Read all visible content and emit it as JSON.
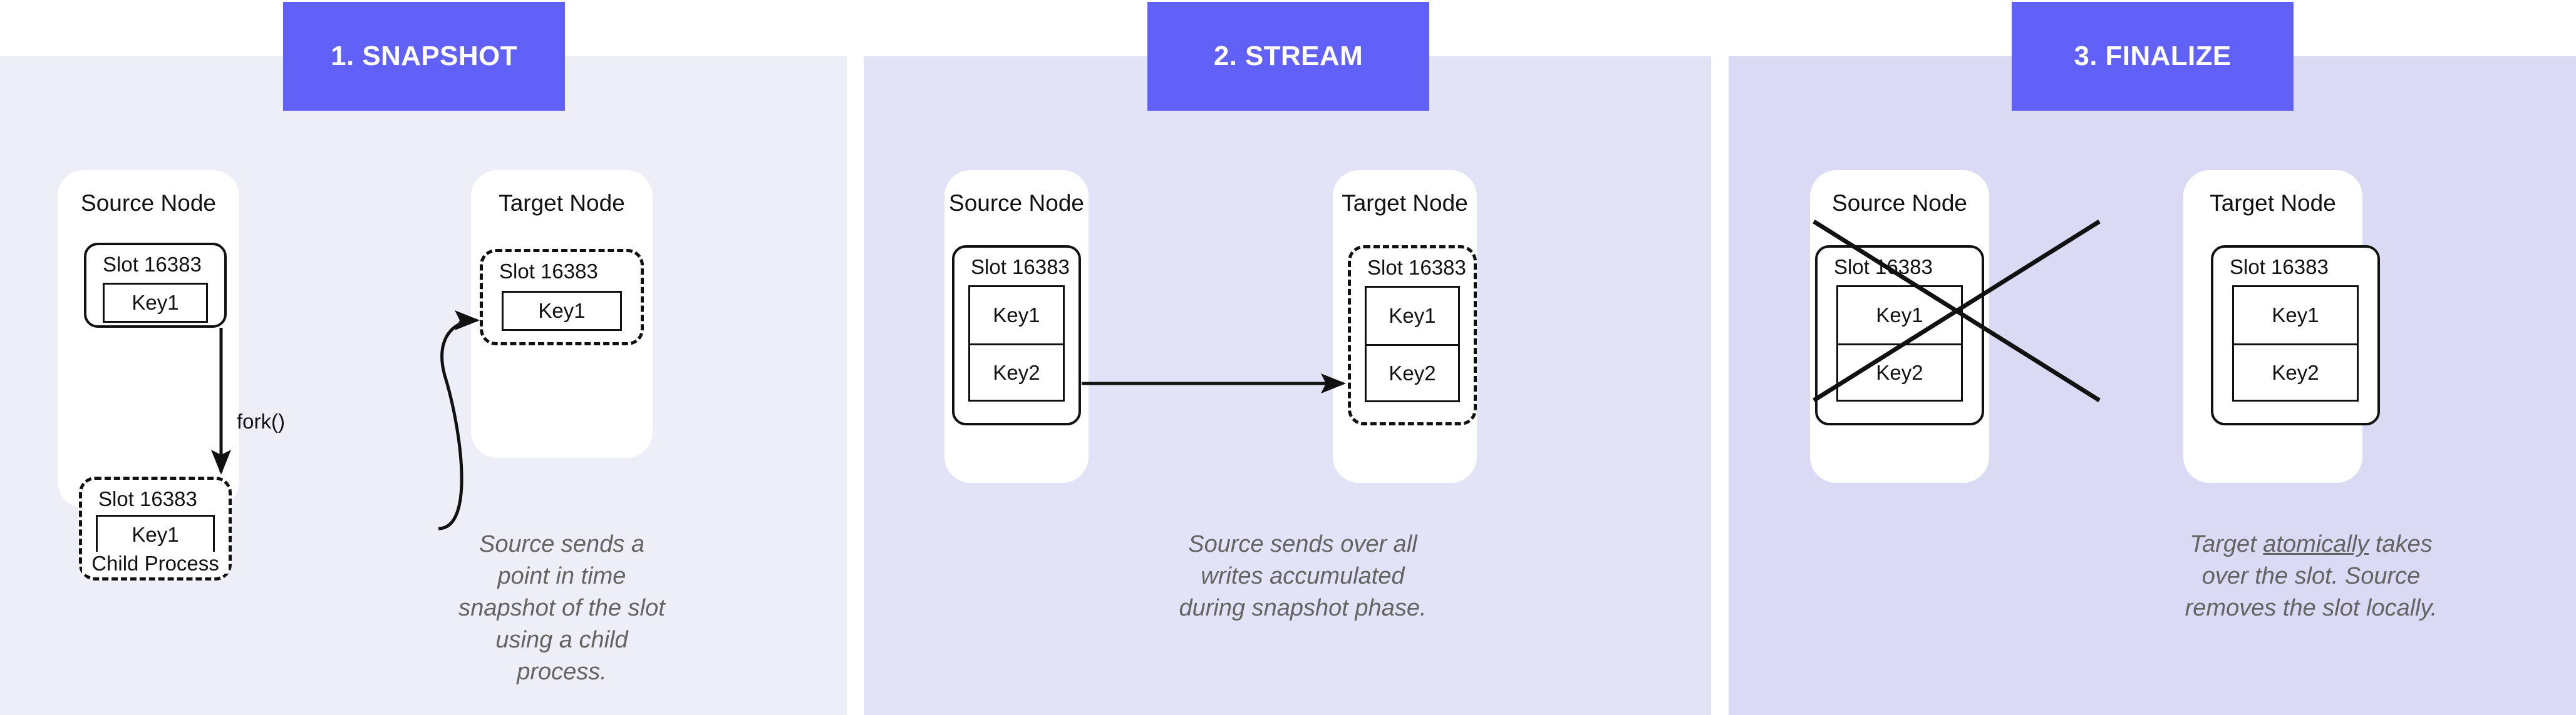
{
  "colors": {
    "badge": "#6161f7",
    "panel_1_bg": "#eeeef8",
    "panel_2_bg": "#e3e3f7",
    "panel_3_bg": "#dadaf5",
    "card_bg": "#ffffff",
    "stroke": "#111111",
    "caption_text": "#636363"
  },
  "panels": [
    {
      "badge": "1. SNAPSHOT",
      "source": {
        "title": "Source Node",
        "slot_label": "Slot 16383",
        "keys": [
          "Key1"
        ],
        "border": "solid",
        "crossed_out": false
      },
      "child": {
        "slot_label": "Slot 16383",
        "keys": [
          "Key1"
        ],
        "footer_label": "Child Process",
        "border": "dashed"
      },
      "fork_label": "fork()",
      "target": {
        "title": "Target Node",
        "slot_label": "Slot 16383",
        "keys": [
          "Key1"
        ],
        "border": "dashed",
        "crossed_out": false
      },
      "caption": "Source sends a point in time snapshot of the slot using a child process.",
      "caption_underline": ""
    },
    {
      "badge": "2. STREAM",
      "source": {
        "title": "Source Node",
        "slot_label": "Slot 16383",
        "keys": [
          "Key1",
          "Key2"
        ],
        "border": "solid",
        "crossed_out": false
      },
      "target": {
        "title": "Target Node",
        "slot_label": "Slot 16383",
        "keys": [
          "Key1",
          "Key2"
        ],
        "border": "dashed",
        "crossed_out": false
      },
      "caption": "Source sends over all writes accumulated during snapshot phase.",
      "caption_underline": ""
    },
    {
      "badge": "3. FINALIZE",
      "source": {
        "title": "Source Node",
        "slot_label": "Slot 16383",
        "keys": [
          "Key1",
          "Key2"
        ],
        "border": "solid",
        "crossed_out": true
      },
      "target": {
        "title": "Target Node",
        "slot_label": "Slot 16383",
        "keys": [
          "Key1",
          "Key2"
        ],
        "border": "solid",
        "crossed_out": false
      },
      "caption_before": "Target ",
      "caption_underline": "atomically",
      "caption_after": " takes over the slot. Source removes the slot locally."
    }
  ]
}
